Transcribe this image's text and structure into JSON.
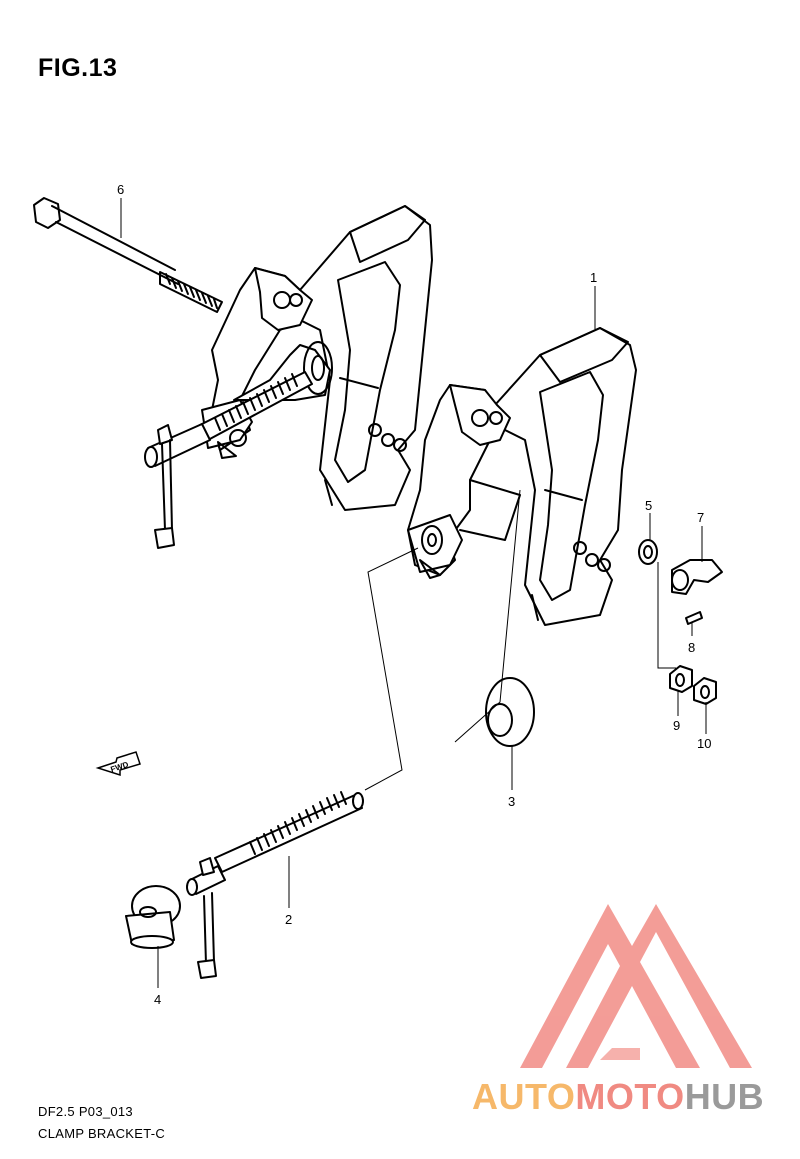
{
  "figure": {
    "title": "FIG.13"
  },
  "callouts": [
    {
      "id": "1",
      "label": "1"
    },
    {
      "id": "2",
      "label": "2"
    },
    {
      "id": "3",
      "label": "3"
    },
    {
      "id": "4",
      "label": "4"
    },
    {
      "id": "5",
      "label": "5"
    },
    {
      "id": "6",
      "label": "6"
    },
    {
      "id": "7",
      "label": "7"
    },
    {
      "id": "8",
      "label": "8"
    },
    {
      "id": "9",
      "label": "9"
    },
    {
      "id": "10",
      "label": "10"
    }
  ],
  "fwd_arrow": {
    "label": "FWD"
  },
  "footer": {
    "code": "DF2.5 P03_013",
    "name": "CLAMP BRACKET-C"
  },
  "watermark": {
    "parts": [
      {
        "text": "AUTO",
        "color": "#f6b86a"
      },
      {
        "text": "MOTO",
        "color": "#f08a82"
      },
      {
        "text": "HUB",
        "color": "#9a9a9a"
      }
    ],
    "logo_color": "#f2928c"
  }
}
